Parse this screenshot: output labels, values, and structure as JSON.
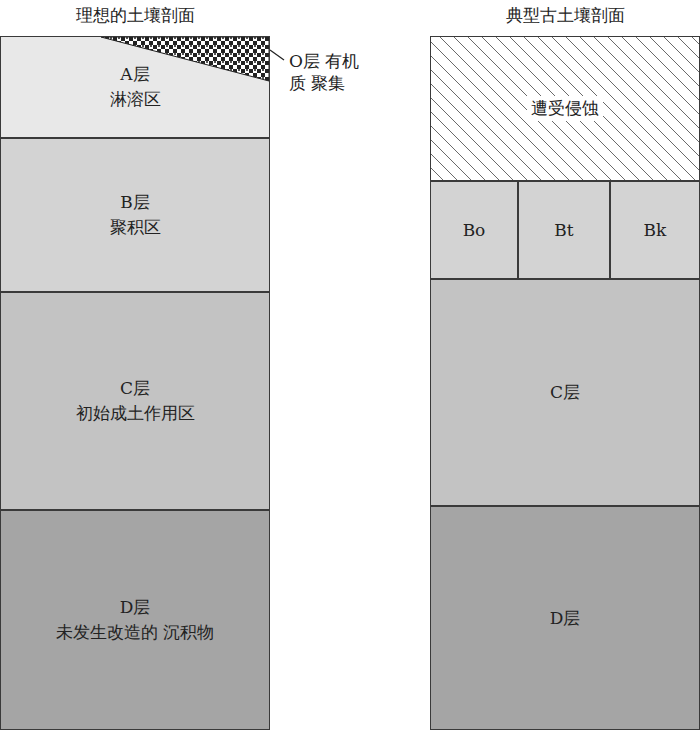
{
  "diagram": {
    "nodes": [
      {
        "text": [
          "A层",
          "淋溶区"
        ]
      },
      {
        "text": [
          "B层",
          "聚积区"
        ]
      },
      {
        "text": [
          "C层",
          "初始成土作用区"
        ]
      },
      {
        "text": [
          "D层",
          "未发生改造的 沉积物"
        ]
      },
      {
        "text": [
          "遭受侵蚀"
        ]
      },
      {
        "text": [
          "Bo"
        ]
      },
      {
        "text": [
          "Bt"
        ]
      },
      {
        "text": [
          "Bk"
        ]
      },
      {
        "text": [
          "C层"
        ]
      },
      {
        "text": [
          "D层"
        ]
      }
    ],
    "labels": [
      "理想的土壤剖面",
      "O层 有机质 聚集",
      "典型古土壤剖面"
    ]
  }
}
